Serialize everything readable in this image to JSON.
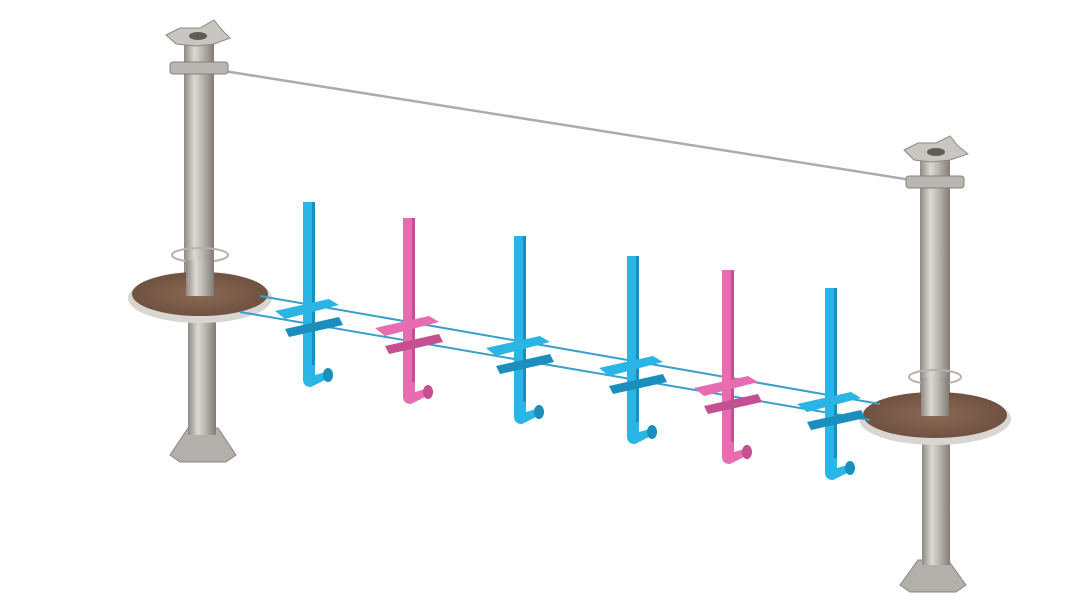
{
  "scene": {
    "subject": "rope-course-element-with-foot-holds",
    "colors": {
      "background": "#ffffff",
      "pole_light": "#d4d0cb",
      "pole_mid": "#a8a49f",
      "pole_dark": "#7f7b76",
      "platform_top": "#7a5a48",
      "platform_rim": "#d9d6d2",
      "cable_top": "#a9adb1",
      "cable_blue": "#3a9fcc",
      "hold_blue": "#29b6e6",
      "hold_blue_dark": "#1a8fbd",
      "hold_pink": "#e86cb0",
      "hold_pink_dark": "#c44f91"
    },
    "holds": [
      {
        "color": "blue"
      },
      {
        "color": "pink"
      },
      {
        "color": "blue"
      },
      {
        "color": "blue"
      },
      {
        "color": "pink"
      },
      {
        "color": "blue"
      }
    ]
  }
}
